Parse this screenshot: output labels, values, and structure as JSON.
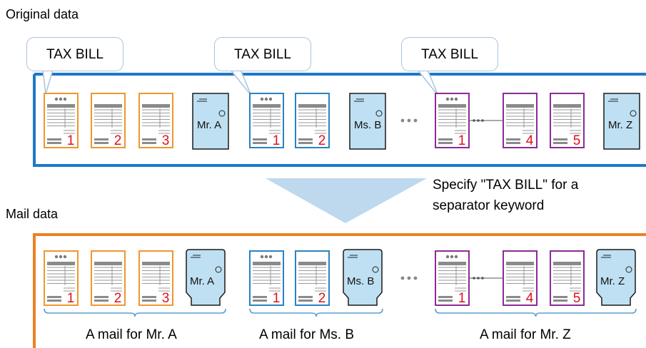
{
  "header": {
    "original_title": "Original data",
    "mail_title": "Mail data"
  },
  "bubbles": [
    "TAX BILL",
    "TAX BILL",
    "TAX BILL"
  ],
  "instruction": {
    "line1": "Specify \"TAX BILL\" for a",
    "line2": "separator keyword"
  },
  "page_numbers": [
    "1",
    "2",
    "3",
    "1",
    "2",
    "1",
    "4",
    "5"
  ],
  "recipients": [
    "Mr. A",
    "Ms. B",
    "Mr. Z"
  ],
  "mail_captions": [
    "A mail for Mr. A",
    "A mail for Ms. B",
    "A mail for Mr. Z"
  ],
  "colors": {
    "original_frame": "#1e78c8",
    "mail_frame": "#ea8125",
    "group_a": "#f0962e",
    "group_b": "#2a82c0",
    "group_z": "#8c2a96",
    "bubble_border": "#a9c3dc",
    "envelope_fill": "#bfe0f3",
    "arrow": "#bed8ee",
    "page_number": "#e0101a",
    "brace": "#5aa0d2"
  }
}
